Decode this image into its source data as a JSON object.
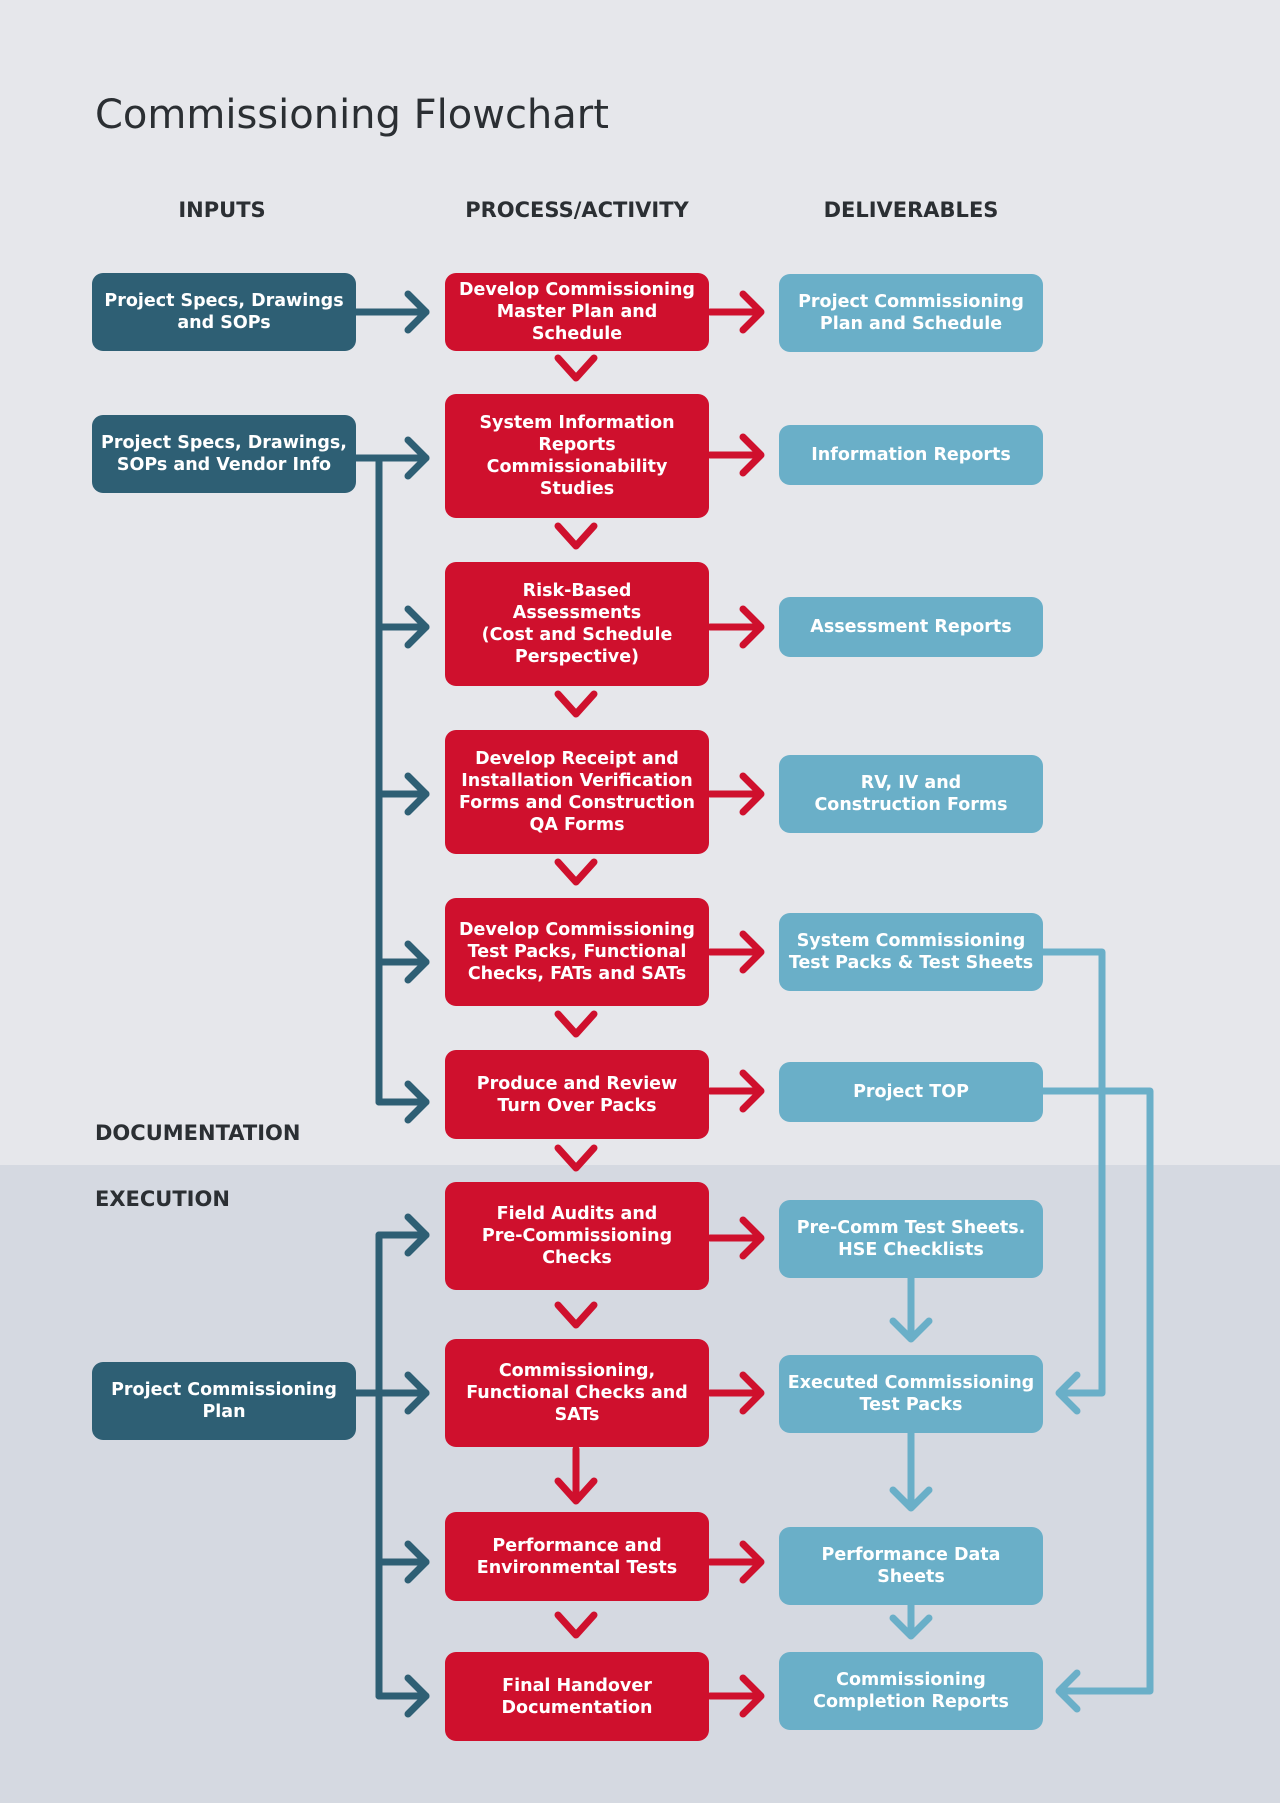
{
  "title": "Commissioning Flowchart",
  "columns": {
    "inputs": "INPUTS",
    "process": "PROCESS/ACTIVITY",
    "deliverables": "DELIVERABLES"
  },
  "sections": {
    "documentation": "DOCUMENTATION",
    "execution": "EXECUTION"
  },
  "colors": {
    "input": "#2e5f74",
    "process": "#cf102d",
    "deliverable": "#6aafc8",
    "documentation_bg": "#e6e7eb",
    "execution_bg": "#d5d9e1"
  },
  "inputs": [
    "Project Specs, Drawings\nand SOPs",
    "Project Specs, Drawings,\nSOPs and Vendor Info",
    "Project Commissioning\nPlan"
  ],
  "process": [
    "Develop Commissioning\nMaster Plan and Schedule",
    "System Information\nReports\nCommissionability\nStudies",
    "Risk-Based\nAssessments\n(Cost and Schedule\nPerspective)",
    "Develop Receipt and\nInstallation Verification\nForms and Construction\nQA Forms",
    "Develop Commissioning\nTest Packs, Functional\nChecks, FATs and SATs",
    "Produce and Review\nTurn Over Packs",
    "Field Audits and\nPre-Commissioning\nChecks",
    "Commissioning,\nFunctional Checks and\nSATs",
    "Performance and\nEnvironmental Tests",
    "Final Handover\nDocumentation"
  ],
  "deliverables": [
    "Project Commissioning\nPlan and Schedule",
    "Information Reports",
    "Assessment Reports",
    "RV, IV and\nConstruction Forms",
    "System Commissioning\nTest Packs & Test Sheets",
    "Project TOP",
    "Pre-Comm Test Sheets.\nHSE Checklists",
    "Executed Commissioning\nTest Packs",
    "Performance Data\nSheets",
    "Commissioning\nCompletion Reports"
  ]
}
